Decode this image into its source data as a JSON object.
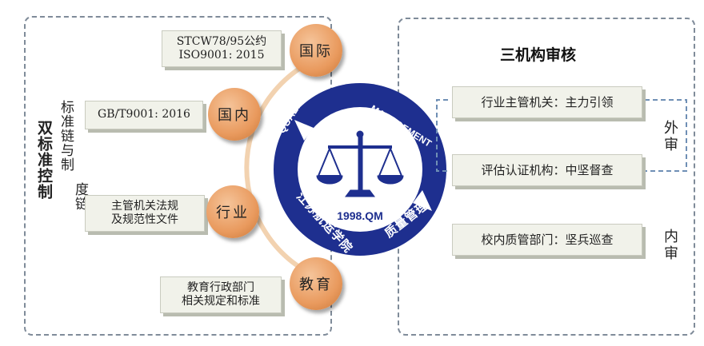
{
  "left": {
    "title": "双标准控制",
    "subtitle_col1": "标准链与制",
    "subtitle_col2": "度链",
    "boxes": [
      "STCW78/95公约\nISO9001: 2015",
      "GB/T9001: 2016",
      "主管机关法规\n及规范性文件",
      "教育行政部门\n相关规定和标准"
    ],
    "circles": [
      "国际",
      "国内",
      "行业",
      "教育"
    ]
  },
  "seal": {
    "top_left_text": "QUALITY",
    "top_right_text": "MANAGEMENT",
    "bottom_left_text": "江苏航运学院",
    "bottom_right_text": "质量管理",
    "center_text": "1998.QM",
    "colors": {
      "ring": "#1e2f8f",
      "arrow": "#1e2f8f",
      "scale": "#1e2f8f"
    }
  },
  "right": {
    "title": "三机构审核",
    "boxes": [
      "行业主管机关：主力引领",
      "评估认证机构：中坚督查",
      "校内质管部门：坚兵巡查"
    ],
    "outer_label": "外审",
    "inner_label": "内审"
  }
}
